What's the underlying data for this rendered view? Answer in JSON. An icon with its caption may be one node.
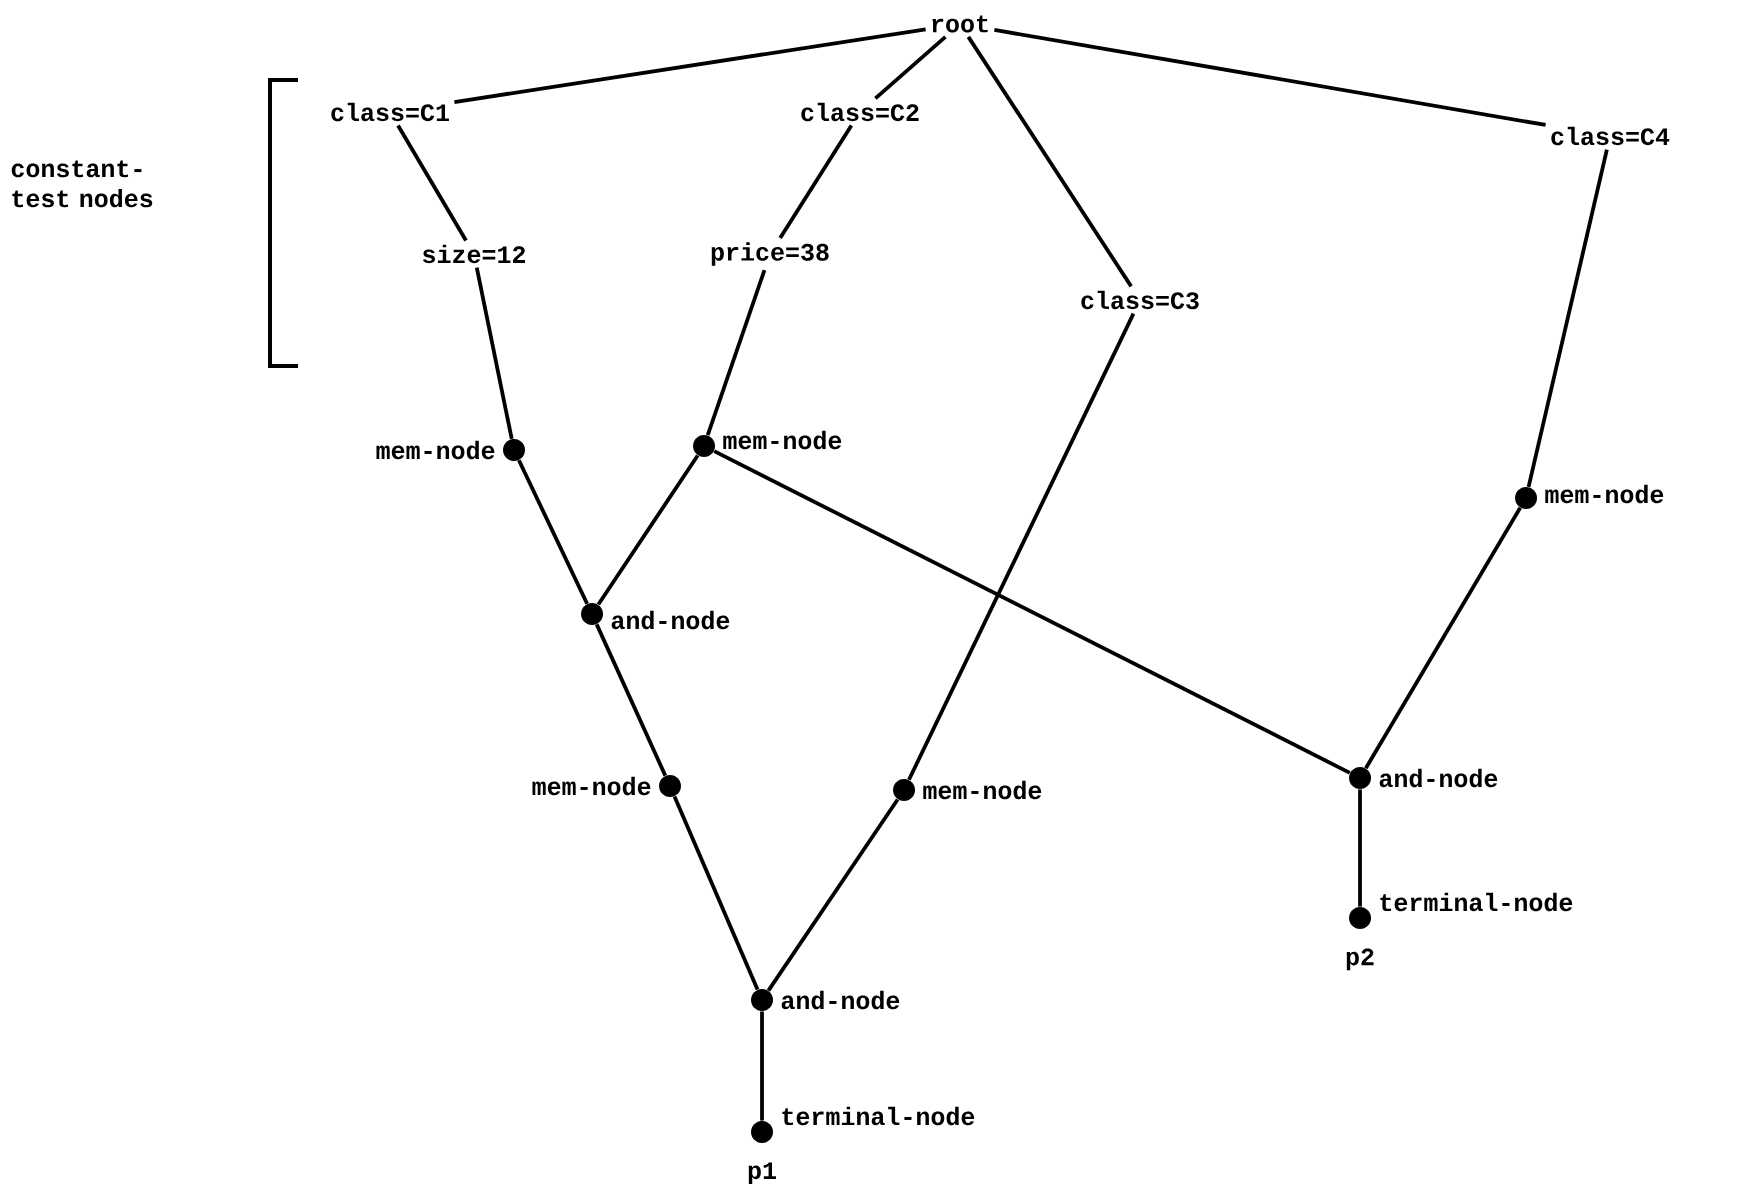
{
  "diagram": {
    "nodes": [
      {
        "text": [
          "root"
        ]
      },
      {
        "text": [
          "class=C1"
        ]
      },
      {
        "text": [
          "class=C2"
        ]
      },
      {
        "text": [
          "class=C4"
        ]
      },
      {
        "text": [
          "size=12"
        ]
      },
      {
        "text": [
          "price=38"
        ]
      },
      {
        "text": [
          "class=C3"
        ]
      },
      {
        "text": [],
        "shape": "circle",
        "beside": [
          "mem-node"
        ]
      },
      {
        "text": [],
        "shape": "circle",
        "beside": [
          "mem-node"
        ]
      },
      {
        "text": [],
        "shape": "circle",
        "beside": [
          "mem-node"
        ]
      },
      {
        "text": [],
        "shape": "circle",
        "beside": [
          "and-node"
        ]
      },
      {
        "text": [],
        "shape": "circle",
        "beside": [
          "mem-node"
        ]
      },
      {
        "text": [],
        "shape": "circle",
        "beside": [
          "mem-node"
        ]
      },
      {
        "text": [],
        "shape": "circle",
        "beside": [
          "and-node"
        ]
      },
      {
        "text": [],
        "shape": "circle",
        "beside": [
          "terminal-node",
          "p2"
        ]
      },
      {
        "text": [],
        "shape": "circle",
        "beside": [
          "and-node"
        ]
      },
      {
        "text": [],
        "shape": "circle",
        "beside": [
          "terminal-node",
          "p1"
        ]
      }
    ],
    "edges": [
      {
        "from": 0,
        "to": 1,
        "arrow": "none"
      },
      {
        "from": 0,
        "to": 2,
        "arrow": "none"
      },
      {
        "from": 0,
        "to": 6,
        "arrow": "none"
      },
      {
        "from": 0,
        "to": 3,
        "arrow": "none"
      },
      {
        "from": 1,
        "to": 4,
        "arrow": "none"
      },
      {
        "from": 2,
        "to": 5,
        "arrow": "none"
      },
      {
        "from": 4,
        "to": 7,
        "arrow": "none"
      },
      {
        "from": 5,
        "to": 8,
        "arrow": "none"
      },
      {
        "from": 7,
        "to": 10,
        "arrow": "none"
      },
      {
        "from": 8,
        "to": 10,
        "arrow": "none"
      },
      {
        "from": 8,
        "to": 13,
        "arrow": "none"
      },
      {
        "from": 6,
        "to": 12,
        "arrow": "none"
      },
      {
        "from": 3,
        "to": 9,
        "arrow": "none"
      },
      {
        "from": 9,
        "to": 13,
        "arrow": "none"
      },
      {
        "from": 10,
        "to": 11,
        "arrow": "none"
      },
      {
        "from": 11,
        "to": 15,
        "arrow": "none"
      },
      {
        "from": 12,
        "to": 15,
        "arrow": "none"
      },
      {
        "from": 13,
        "to": 14,
        "arrow": "none"
      },
      {
        "from": 15,
        "to": 16,
        "arrow": "none"
      }
    ],
    "labels": [
      "constant- test nodes"
    ]
  }
}
